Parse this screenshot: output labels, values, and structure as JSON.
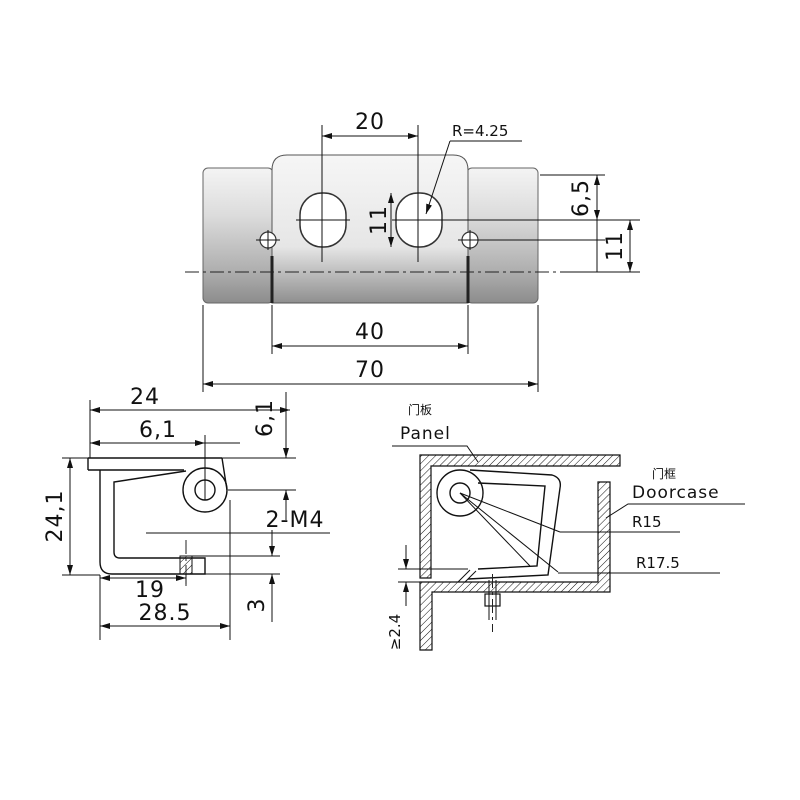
{
  "top_view": {
    "dim_slot_spacing": "20",
    "dim_radius": "R=4.25",
    "dim_slot_height": "11",
    "dim_offset": "6,5",
    "dim_hole_offset": "11",
    "dim_leaf_width": "40",
    "dim_total_width": "70"
  },
  "side_view": {
    "dim_overall_depth": "24",
    "dim_curl": "6,1",
    "dim_curl_height": "6,1",
    "dim_height": "24,1",
    "dim_thread": "2-M4",
    "dim_hole_pos": "19",
    "dim_base": "28.5",
    "dim_thickness": "3"
  },
  "section_view": {
    "panel_cn": "门板",
    "panel_en": "Panel",
    "doorcase_cn": "门框",
    "doorcase_en": "Doorcase",
    "r_inner": "R15",
    "r_outer": "R17.5",
    "gap": "≥2.4"
  },
  "colors": {
    "line": "#111111",
    "metal_light": "#f2f2f2",
    "metal_dark": "#8c8c8c"
  }
}
